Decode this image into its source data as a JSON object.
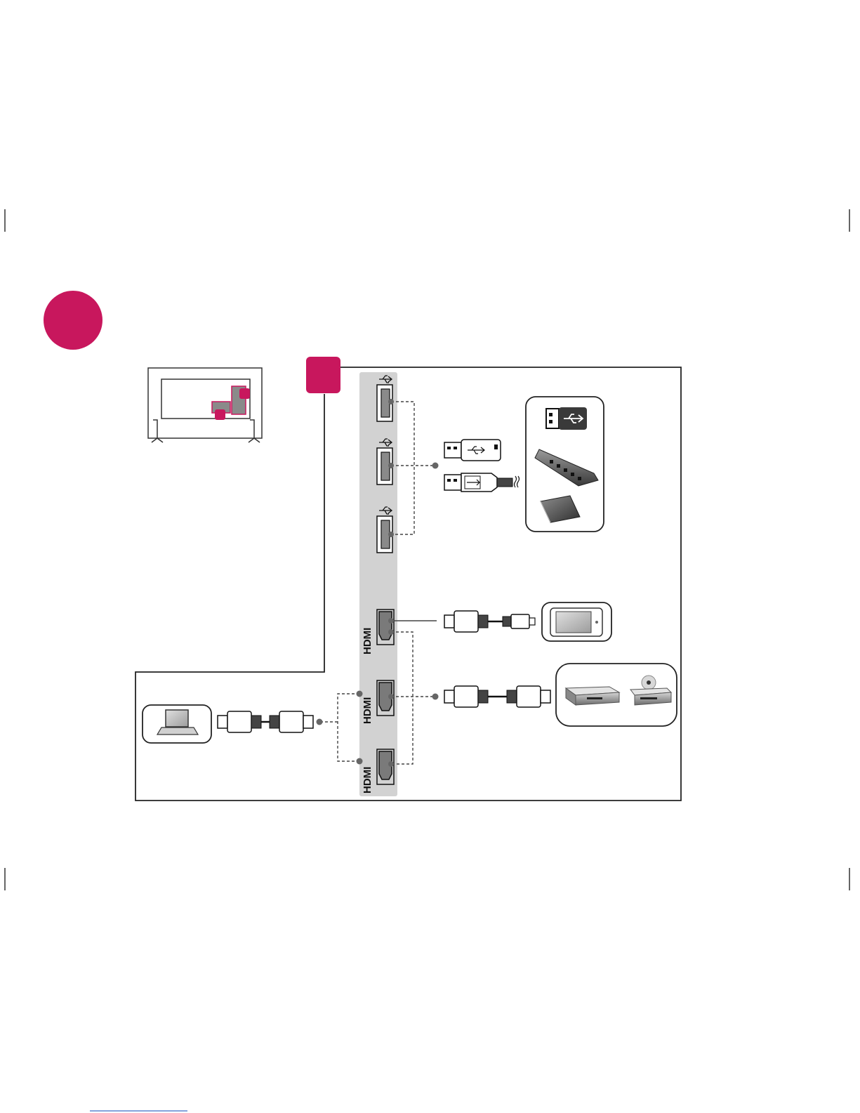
{
  "page": {
    "background": "#ffffff",
    "accent_color": "#c8175d",
    "step_badge_color": "#c8175d"
  },
  "ports": {
    "usb": [
      {
        "label_icon": "usb-symbol-icon"
      },
      {
        "label_icon": "usb-symbol-icon"
      },
      {
        "label_icon": "usb-symbol-icon"
      }
    ],
    "hdmi": [
      {
        "label": "HDMI"
      },
      {
        "label": "HDMI"
      },
      {
        "label": "HDMI"
      }
    ]
  },
  "devices": {
    "usb_group": [
      "usb-drive-icon",
      "usb-hub-icon",
      "external-hdd-icon"
    ],
    "mobile": "smartphone-icon",
    "av_group": [
      "blu-ray-player-icon",
      "dvd-player-icon"
    ],
    "computer": "laptop-icon"
  }
}
